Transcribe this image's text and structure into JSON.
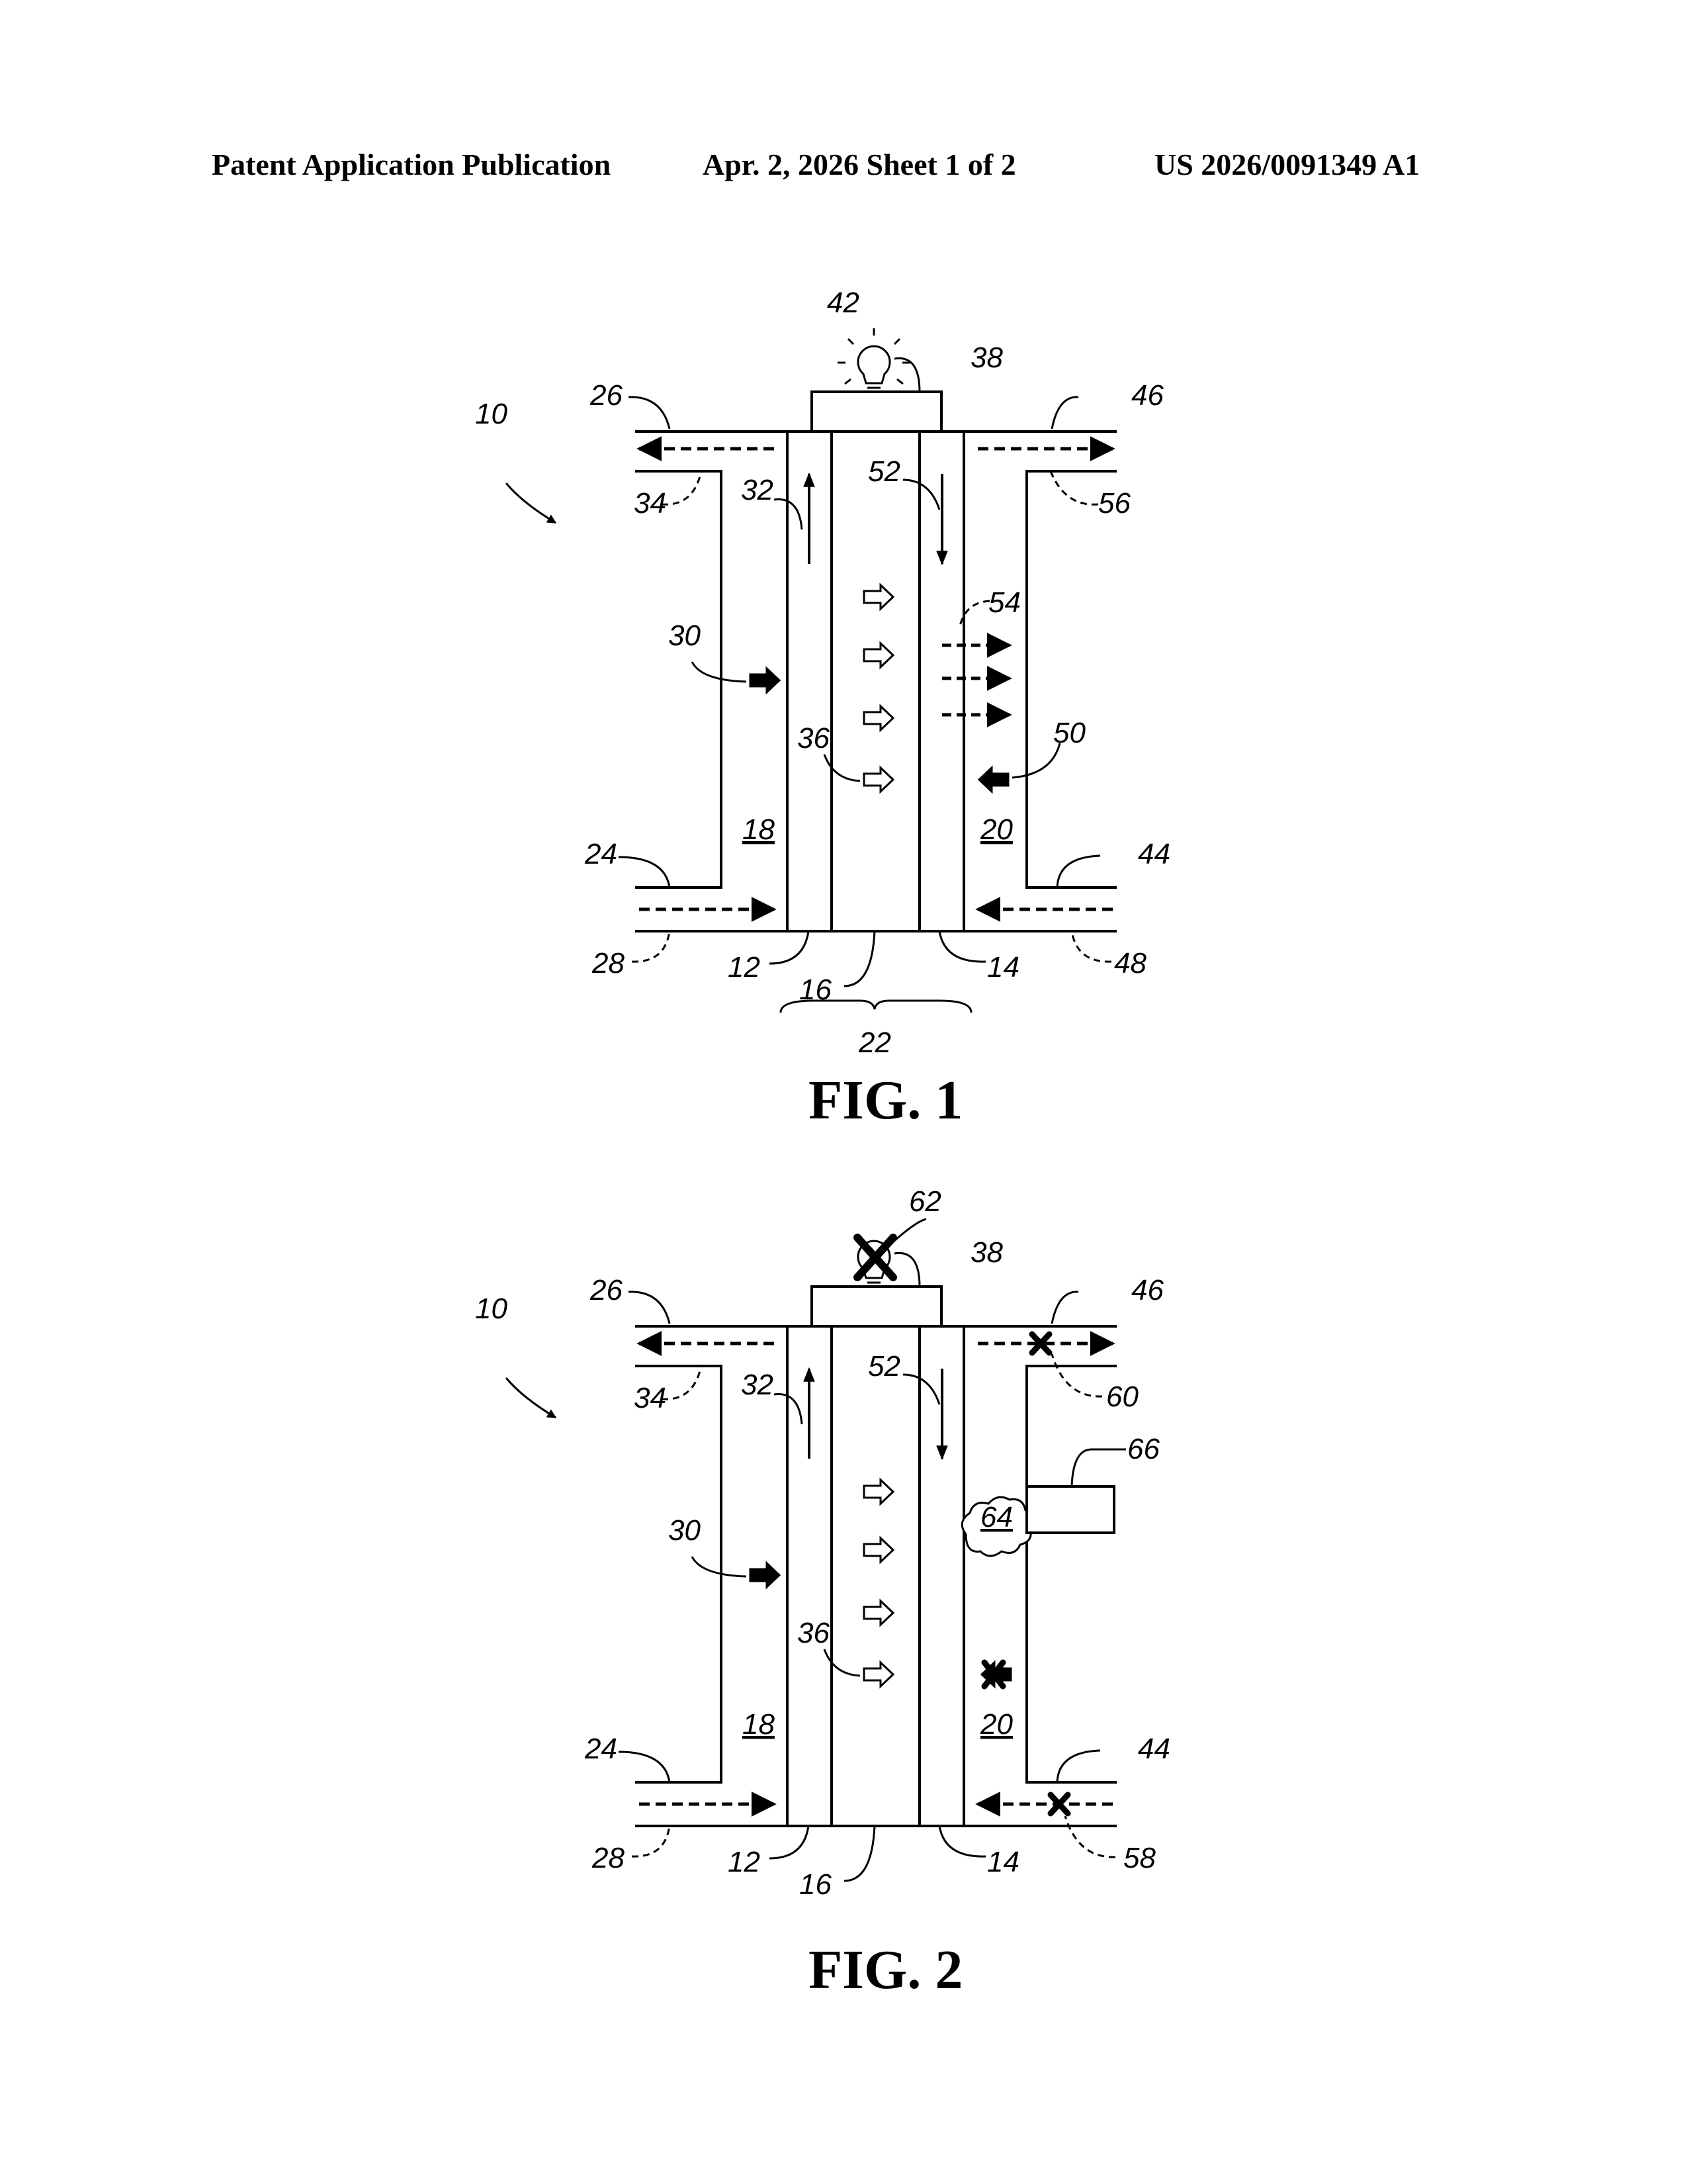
{
  "header": {
    "publication": "Patent Application Publication",
    "date_sheet": "Apr. 2, 2026   Sheet 1 of 2",
    "number": "US 2026/0091349 A1"
  },
  "figures": [
    {
      "caption": "FIG. 1",
      "labels": {
        "system": "10",
        "membrane_a": "12",
        "membrane_b": "14",
        "electrolyte": "16",
        "chamber_left": "18",
        "chamber_right": "20",
        "assembly": "22",
        "inlet_left": "24",
        "outlet_left": "26",
        "inflow_left": "28",
        "arrow_in_left": "30",
        "up_flow": "32",
        "outflow_left": "34",
        "ion_flow": "36",
        "cap": "38",
        "lamp": "42",
        "inlet_right": "44",
        "outlet_right": "46",
        "inflow_right": "48",
        "arrow_in_right": "50",
        "down_flow": "52",
        "dashed_transfer": "54",
        "outflow_right": "56"
      }
    },
    {
      "caption": "FIG. 2",
      "labels": {
        "system": "10",
        "membrane_a": "12",
        "membrane_b": "14",
        "electrolyte": "16",
        "chamber_left": "18",
        "chamber_right": "20",
        "inlet_left": "24",
        "outlet_left": "26",
        "inflow_left": "28",
        "arrow_in_left": "30",
        "up_flow": "32",
        "outflow_left": "34",
        "ion_flow": "36",
        "cap": "38",
        "inlet_right": "44",
        "outlet_right": "46",
        "down_flow": "52",
        "blocked_inflow": "58",
        "blocked_outflow": "60",
        "lamp_off": "62",
        "cloud": "64",
        "device": "66"
      }
    }
  ],
  "colors": {
    "ink": "#000000",
    "paper": "#ffffff"
  },
  "icons": [
    "light-bulb-icon",
    "cross-mark-icon",
    "cloud-icon"
  ]
}
